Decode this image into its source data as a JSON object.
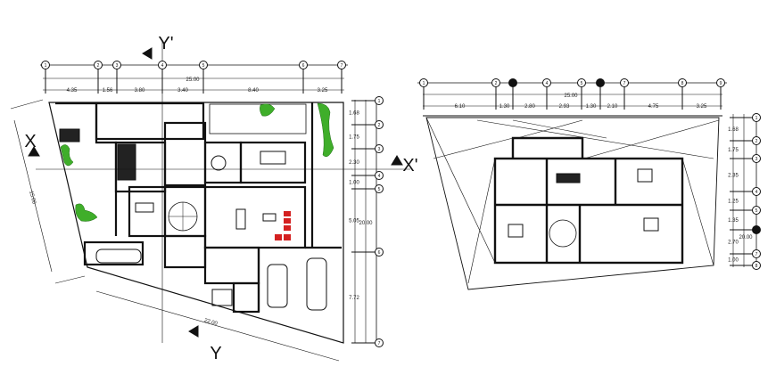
{
  "ground_floor_plan": {
    "grid_bubbles_top": [
      "1",
      "2",
      "3",
      "4",
      "5",
      "6",
      "7"
    ],
    "total_width": "25.00",
    "top_dimensions": [
      "4.35",
      "1.56",
      "3.80",
      "3.40",
      "8.40",
      "3.25"
    ],
    "right_dimensions": [
      "1.68",
      "1.75",
      "2.30",
      "1.00",
      "5.05",
      "7.72"
    ],
    "right_total": "20.00",
    "left_side_length": "15.00",
    "bottom_side_length": "22.00",
    "section_labels": {
      "x": "X",
      "x_prime": "X'",
      "y": "Y",
      "y_prime": "Y'"
    },
    "vegetation_color": "#3fae2a",
    "furniture_highlight_color": "#d42020"
  },
  "upper_floor_plan": {
    "grid_bubbles_top": [
      "1",
      "2",
      "3",
      "4",
      "5",
      "6",
      "7",
      "8",
      "9"
    ],
    "total_width": "25.00",
    "top_dimensions": [
      "6.10",
      "1.30",
      "2.80",
      "2.93",
      "1.30",
      "2.10",
      "4.75",
      "3.25"
    ],
    "right_dimensions": [
      "1.68",
      "1.75",
      "2.35",
      "1.25",
      "1.35",
      "2.70",
      "1.00"
    ],
    "right_total": "20.00"
  }
}
